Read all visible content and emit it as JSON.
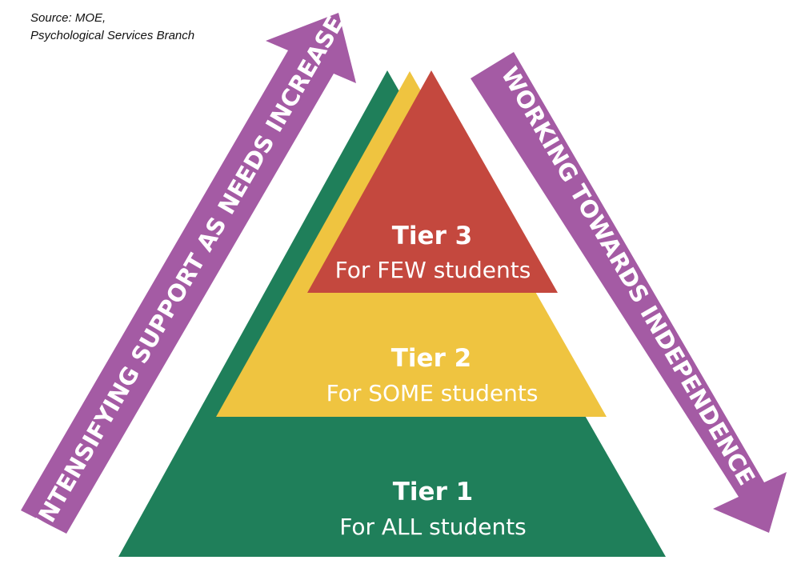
{
  "source": {
    "line1": "Source: MOE,",
    "line2": "Psychological Services Branch"
  },
  "arrows": {
    "up_label": "INTENSIFYING SUPPORT AS NEEDS INCREASE",
    "down_label": "WORKING TOWARDS INDEPENDENCE"
  },
  "tiers": [
    {
      "title": "Tier 3",
      "subtitle": "For FEW students"
    },
    {
      "title": "Tier 2",
      "subtitle": "For SOME students"
    },
    {
      "title": "Tier 1",
      "subtitle": "For ALL students"
    }
  ],
  "colors": {
    "arrow": "#a45ba4",
    "tier1": "#1f7f5a",
    "tier2": "#efc440",
    "tier3": "#c4483e",
    "text": "#ffffff"
  }
}
